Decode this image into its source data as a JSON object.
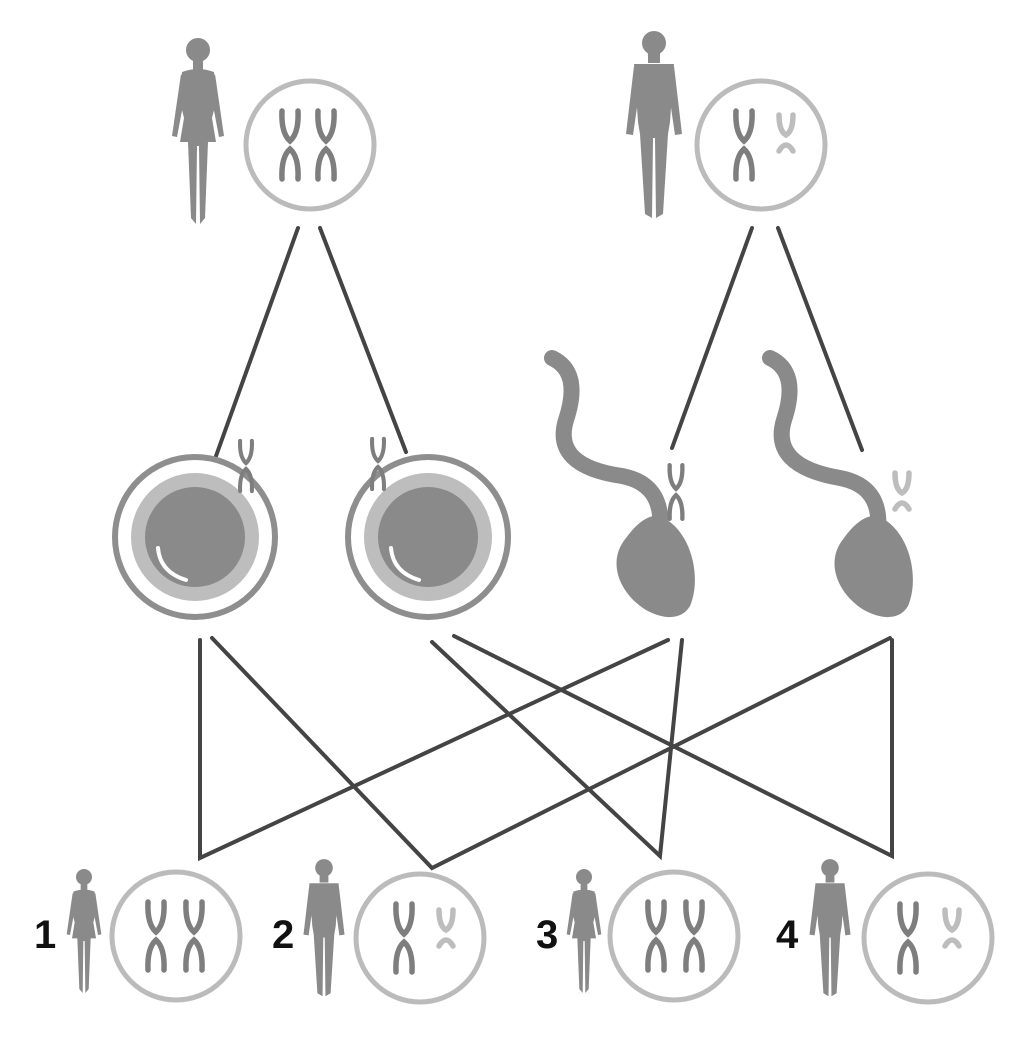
{
  "colors": {
    "figure": "#8a8a8a",
    "line": "#444444",
    "ring": "#bbbbbb",
    "chrom_x": "#7e7e7e",
    "chrom_y": "#bdbdbd",
    "egg_outer": "#8e8e8e",
    "egg_cytoplasm": "#bdbdbd",
    "egg_nucleus": "#8a8a8a",
    "sperm": "#8a8a8a",
    "number": "#111111"
  },
  "parents": [
    {
      "id": "mother",
      "sex": "female",
      "chromosomes": [
        "X",
        "X"
      ]
    },
    {
      "id": "father",
      "sex": "male",
      "chromosomes": [
        "X",
        "Y"
      ]
    }
  ],
  "gametes": [
    {
      "id": "egg-1",
      "type": "egg",
      "chromosome": "X"
    },
    {
      "id": "egg-2",
      "type": "egg",
      "chromosome": "X"
    },
    {
      "id": "sperm-1",
      "type": "sperm",
      "chromosome": "X"
    },
    {
      "id": "sperm-2",
      "type": "sperm",
      "chromosome": "Y"
    }
  ],
  "children": [
    {
      "number": "1",
      "sex": "female",
      "chromosomes": [
        "X",
        "X"
      ]
    },
    {
      "number": "2",
      "sex": "male",
      "chromosomes": [
        "X",
        "Y"
      ]
    },
    {
      "number": "3",
      "sex": "female",
      "chromosomes": [
        "X",
        "X"
      ]
    },
    {
      "number": "4",
      "sex": "male",
      "chromosomes": [
        "X",
        "Y"
      ]
    }
  ]
}
